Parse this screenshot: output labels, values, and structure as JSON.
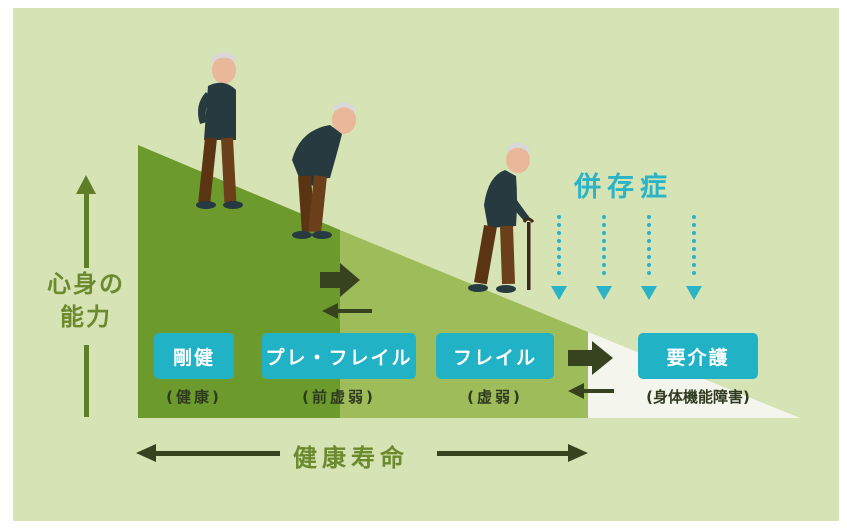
{
  "diagram": {
    "comorbidity_label": "併存症",
    "vertical_axis_label_line1": "心身の",
    "vertical_axis_label_line2": "能力",
    "horizontal_axis_label": "健康寿命",
    "stages": [
      {
        "label": "剛健",
        "sub": "(健康)"
      },
      {
        "label": "プレ・フレイル",
        "sub": "(前虚弱)"
      },
      {
        "label": "フレイル",
        "sub": "(虚弱)"
      },
      {
        "label": "要介護",
        "sub": "(身体機能障害)"
      }
    ]
  },
  "colors": {
    "background": "#d6e3b4",
    "stage_dark_green": "#6c9a2d",
    "stage_mid_green": "#9fbc5a",
    "stage_light_green": "#a9c462",
    "stage_white": "#f4f6ee",
    "box_teal": "#22b2c6",
    "arrow_dark": "#37421f",
    "axis_green": "#5e7e28"
  },
  "icons": [
    "elderly-upright-figure",
    "elderly-stooped-figure",
    "elderly-cane-figure",
    "dotted-down-arrow",
    "progression-arrow",
    "reverse-arrow"
  ]
}
